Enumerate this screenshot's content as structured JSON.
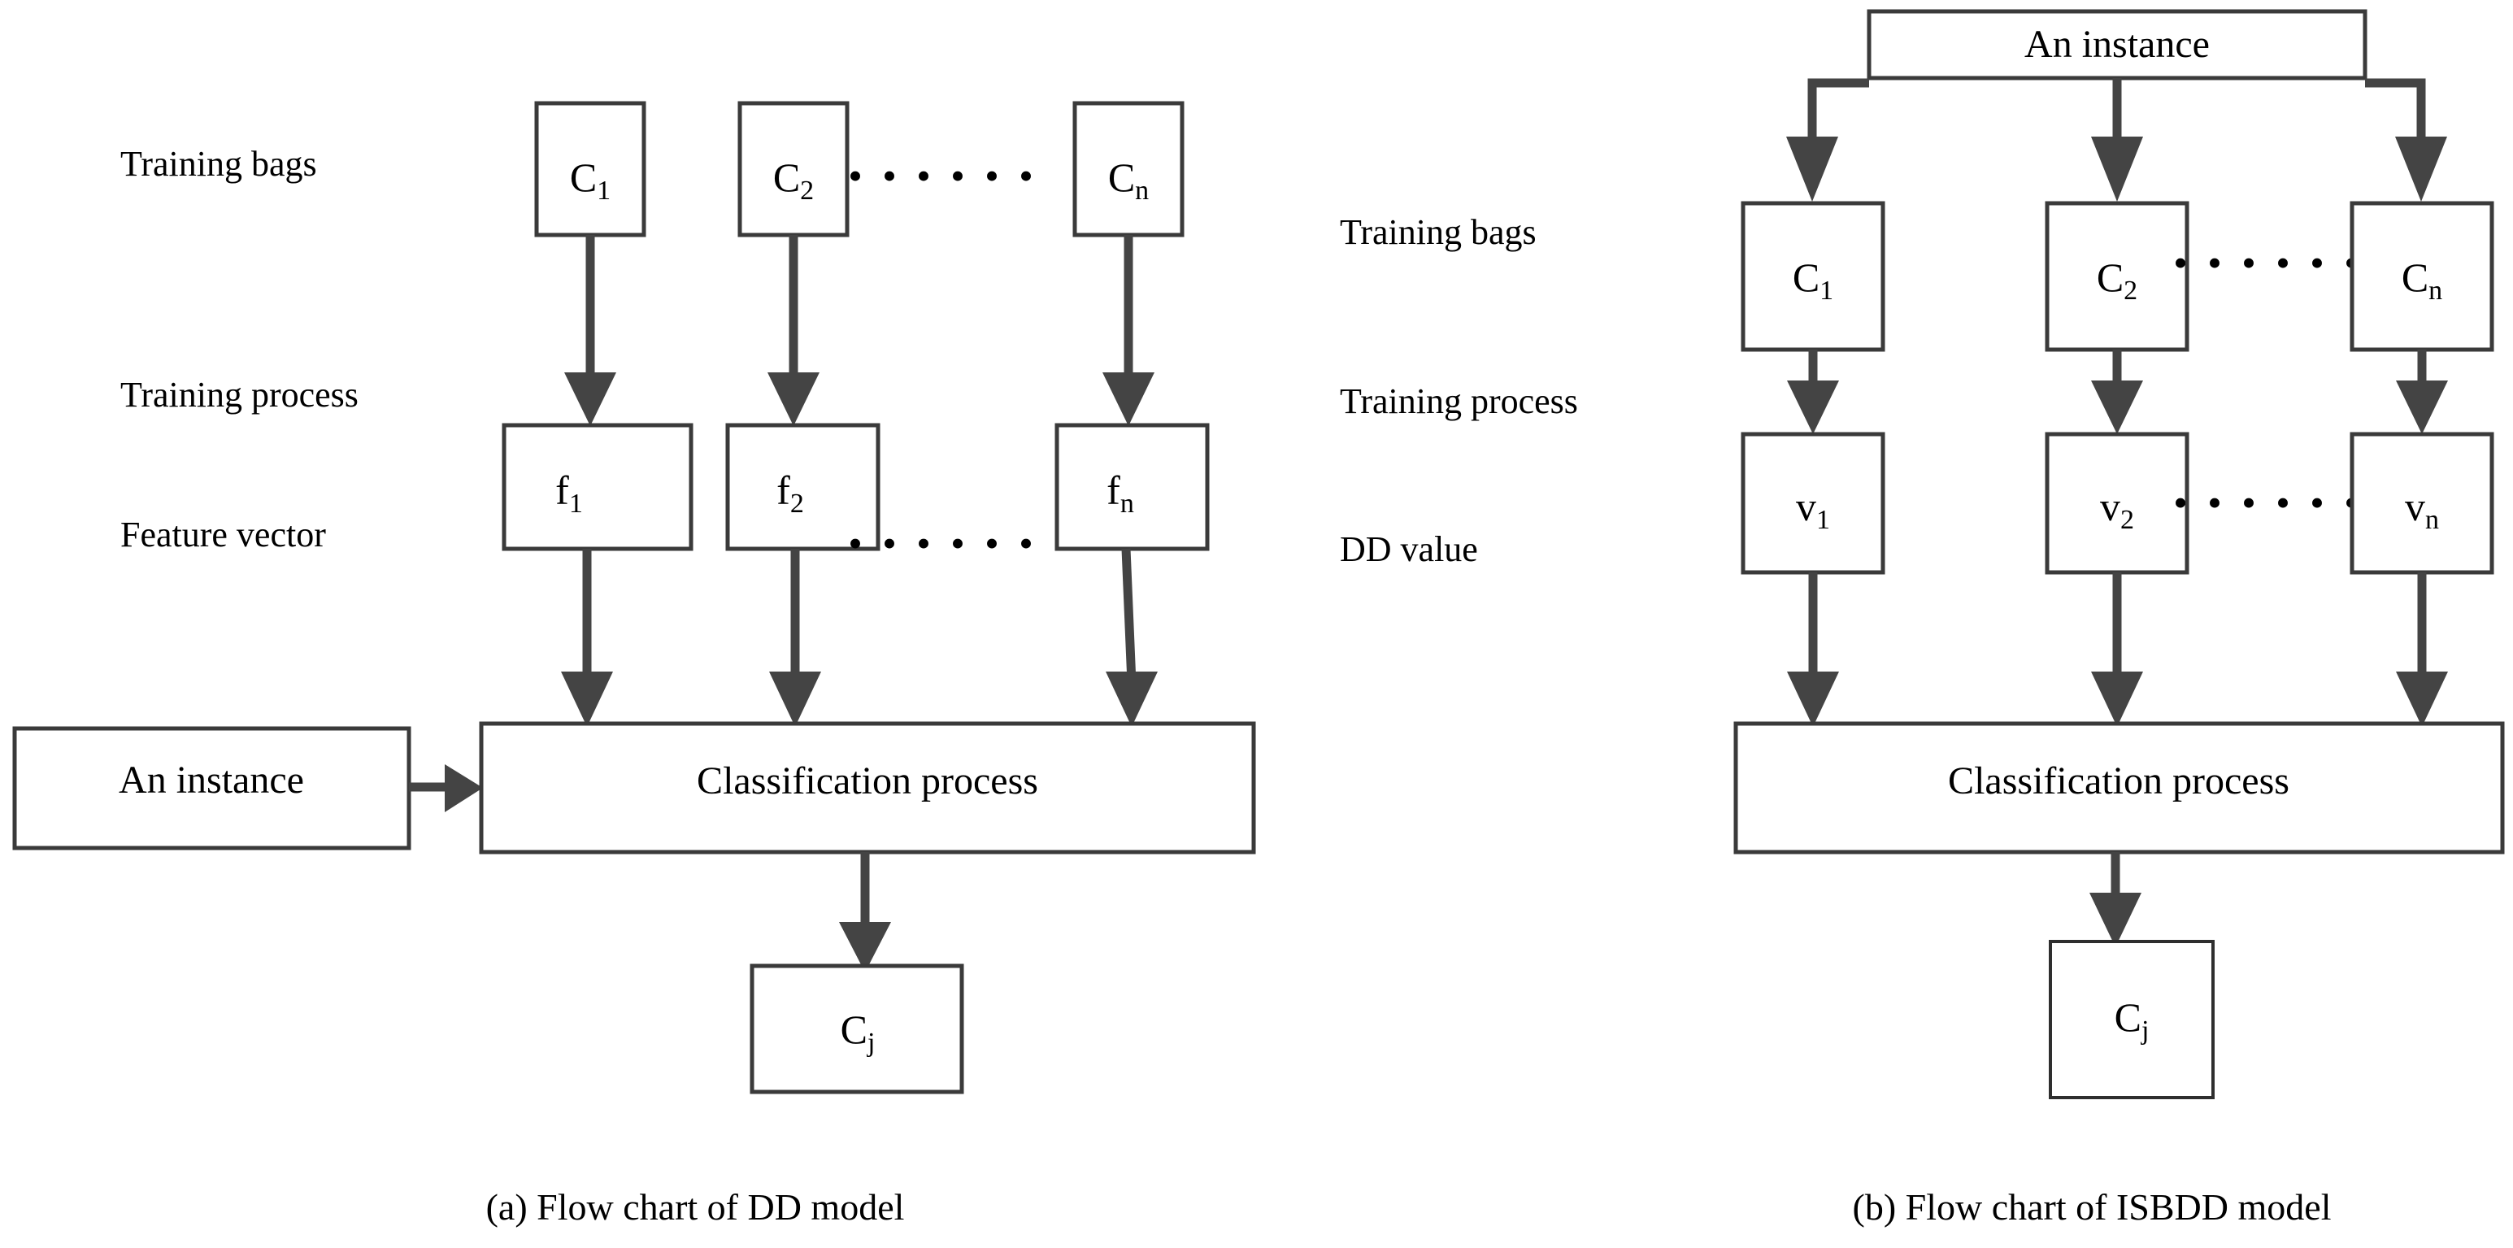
{
  "figure": {
    "background": "#ffffff",
    "line_color": "#444444",
    "box_stroke": "#3a3a3a",
    "text_color": "#000000"
  },
  "panel_a": {
    "caption": "(a) Flow chart of DD model",
    "row_labels": {
      "training_bags": "Training bags",
      "training_process": "Training process",
      "feature_vector": "Feature vector"
    },
    "bags": [
      {
        "base": "C",
        "sub": "1"
      },
      {
        "base": "C",
        "sub": "2"
      },
      {
        "base": "C",
        "sub": "n"
      }
    ],
    "bags_ellipsis": "• • • • • •",
    "features": [
      {
        "base": "f",
        "sub": "1"
      },
      {
        "base": "f",
        "sub": "2"
      },
      {
        "base": "f",
        "sub": "n"
      }
    ],
    "features_ellipsis": "• • • • • •",
    "instance_box": "An instance",
    "classification_box": "Classification process",
    "output_box": {
      "base": "C",
      "sub": "j"
    }
  },
  "panel_b": {
    "caption": "(b) Flow chart of ISBDD model",
    "row_labels": {
      "training_bags": "Training bags",
      "training_process": "Training process",
      "dd_value": "DD value"
    },
    "instance_box": "An instance",
    "bags": [
      {
        "base": "C",
        "sub": "1"
      },
      {
        "base": "C",
        "sub": "2"
      },
      {
        "base": "C",
        "sub": "n"
      }
    ],
    "bags_ellipsis": "• • • • • •",
    "values": [
      {
        "base": "v",
        "sub": "1"
      },
      {
        "base": "v",
        "sub": "2"
      },
      {
        "base": "v",
        "sub": "n"
      }
    ],
    "values_ellipsis": "• • • • • •",
    "classification_box": "Classification process",
    "output_box": {
      "base": "C",
      "sub": "j"
    }
  }
}
